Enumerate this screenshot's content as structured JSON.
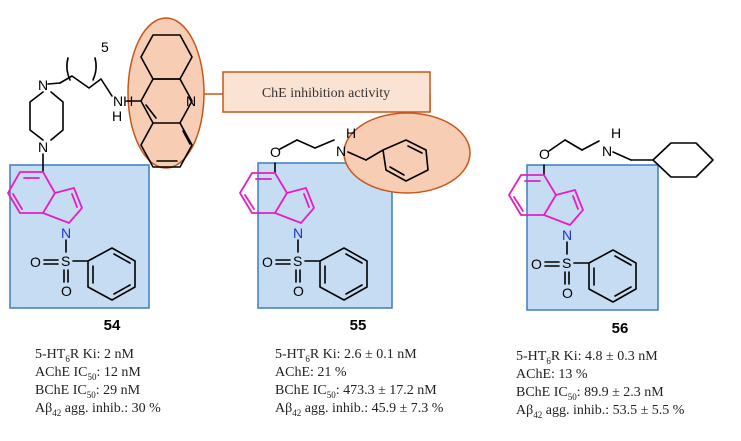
{
  "callout": {
    "label": "ChE inhibition activity"
  },
  "atoms": {
    "N": "N",
    "H": "H",
    "O": "O",
    "S": "S",
    "NH": "NH",
    "chain_n": "5"
  },
  "compounds": [
    {
      "id": "54",
      "lines": [
        {
          "pre": "5-HT",
          "sub": "6",
          "post": "R Ki: 2 nM"
        },
        {
          "pre": "AChE IC",
          "sub": "50",
          "post": ": 12 nM"
        },
        {
          "pre": "BChE IC",
          "sub": "50",
          "post": ": 29 nM"
        },
        {
          "pre": "Aβ",
          "sub": "42",
          "post": " agg. inhib.: 30 %"
        }
      ]
    },
    {
      "id": "55",
      "lines": [
        {
          "pre": "5-HT",
          "sub": "6",
          "post": "R Ki: 2.6 ± 0.1 nM"
        },
        {
          "pre": "AChE: 21 %",
          "sub": "",
          "post": ""
        },
        {
          "pre": "BChE IC",
          "sub": "50",
          "post": ": 473.3 ± 17.2 nM"
        },
        {
          "pre": "Aβ",
          "sub": "42",
          "post": " agg. inhib.: 45.9 ± 7.3 %"
        }
      ]
    },
    {
      "id": "56",
      "lines": [
        {
          "pre": "5-HT",
          "sub": "6",
          "post": "R Ki: 4.8 ± 0.3 nM"
        },
        {
          "pre": "AChE: 13 %",
          "sub": "",
          "post": ""
        },
        {
          "pre": "BChE IC",
          "sub": "50",
          "post": ": 89.9 ± 2.3 nM"
        },
        {
          "pre": "Aβ",
          "sub": "42",
          "post": " agg. inhib.: 53.5 ± 5.5 %"
        }
      ]
    }
  ]
}
